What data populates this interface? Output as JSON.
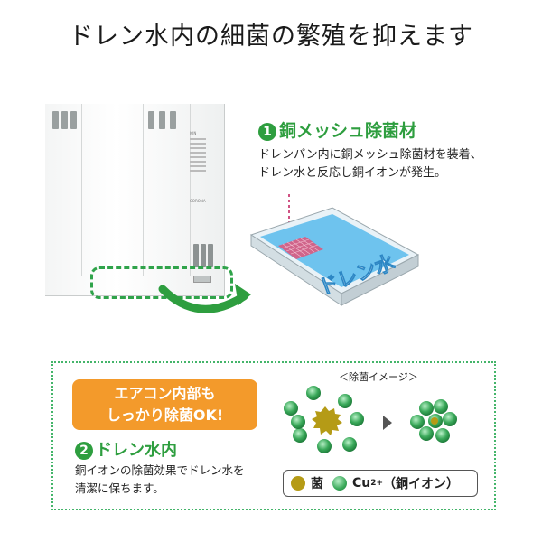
{
  "headline": "ドレン水内の細菌の繁殖を抑えます",
  "callout1": {
    "number": "1",
    "title": "銅メッシュ除菌材",
    "line1": "ドレンパン内に銅メッシュ除菌材を装着、",
    "line2": "ドレン水と反応し銅イオンが発生。"
  },
  "tray_label": "ドレン水",
  "promo": {
    "line1": "エアコン内部も",
    "line2": "しっかり除菌OK!"
  },
  "callout2": {
    "number": "2",
    "title": "ドレン水内",
    "line1": "銅イオンの除菌効果でドレン水を",
    "line2": "清潔に保ちます。"
  },
  "image_label": "＜除菌イメージ＞",
  "legend": {
    "bacteria": "菌",
    "copper_base": "Cu",
    "copper_sup": "2+",
    "copper_note": "（銅イオン）"
  },
  "unit_text": {
    "brand": "CORONA",
    "ion": "ION"
  },
  "colors": {
    "green": "#2e9e3f",
    "orange": "#f39a2b",
    "bacteria": "#b59b16",
    "ion": "#3aa95a"
  }
}
